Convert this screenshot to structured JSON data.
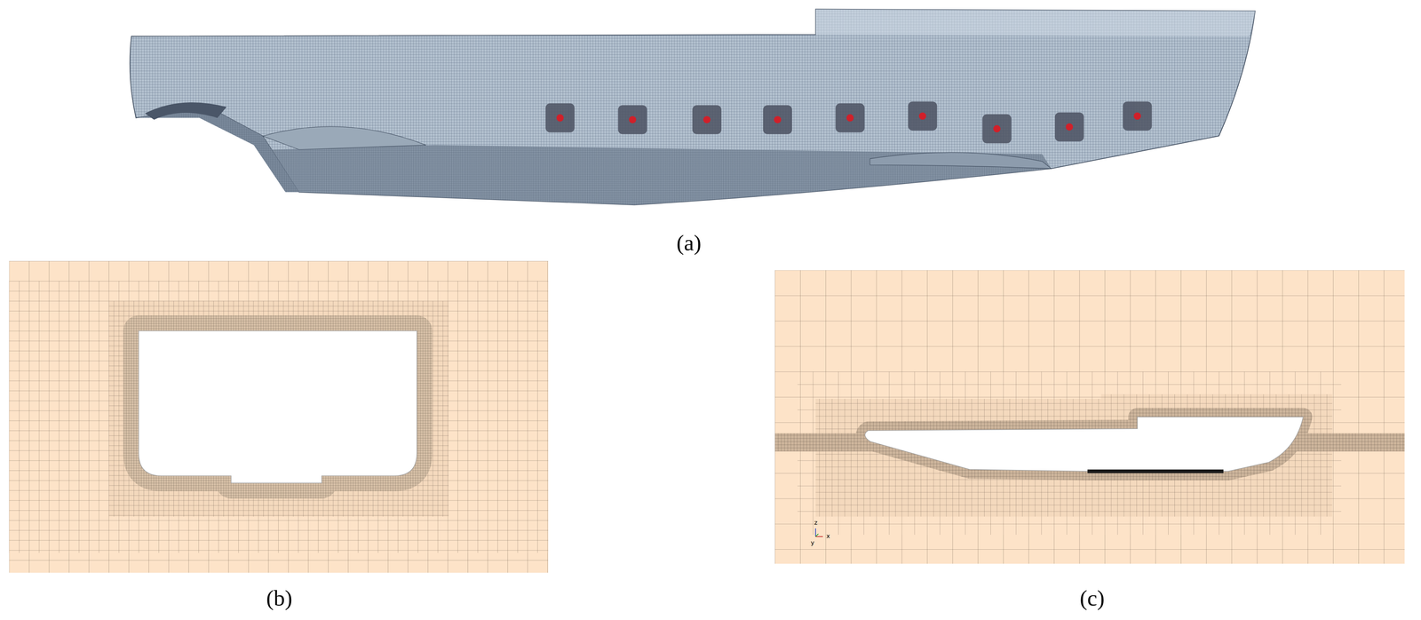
{
  "diagram": {
    "labels": [
      "(a)",
      "(b)",
      "(c)",
      "z",
      "y",
      "x"
    ]
  }
}
